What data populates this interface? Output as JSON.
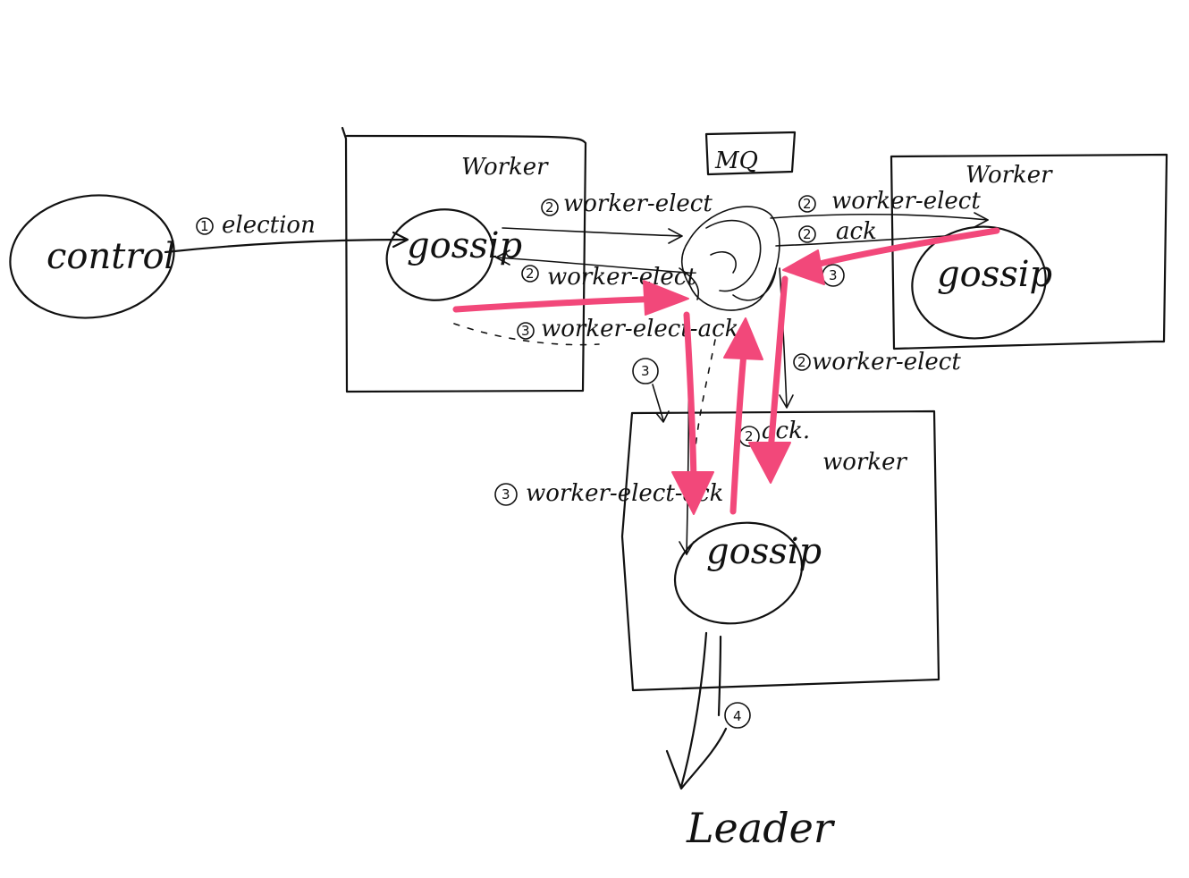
{
  "nodes": {
    "control": "control",
    "worker_left": "Worker",
    "worker_right": "Worker",
    "worker_bottom": "worker",
    "gossip": "gossip",
    "mq": "MQ",
    "leader": "Leader"
  },
  "edges": {
    "election": {
      "step": "1",
      "label": "election"
    },
    "worker_elect_left_to_mq": {
      "step": "2",
      "label": "worker-elect"
    },
    "worker_elect_mq_to_left": {
      "step": "2",
      "label": "worker-elect"
    },
    "worker_elect_ack_left": {
      "step": "3",
      "label": "worker-elect-ack"
    },
    "step3_small": {
      "step": "3"
    },
    "worker_elect_mq_to_right": {
      "step": "2",
      "label": "worker-elect"
    },
    "ack_right": {
      "step": "2",
      "label": "ack"
    },
    "step3_right": {
      "step": "3"
    },
    "worker_elect_mq_to_bottom": {
      "step": "2",
      "label": "worker-elect"
    },
    "ack_bottom": {
      "step": "2",
      "label": "ack."
    },
    "worker_elect_ack_bottom": {
      "step": "3",
      "label": "worker-elect-ack"
    },
    "leader_step": {
      "step": "4"
    }
  },
  "colors": {
    "ink": "#111111",
    "highlight_arrows": "#f2487a"
  }
}
